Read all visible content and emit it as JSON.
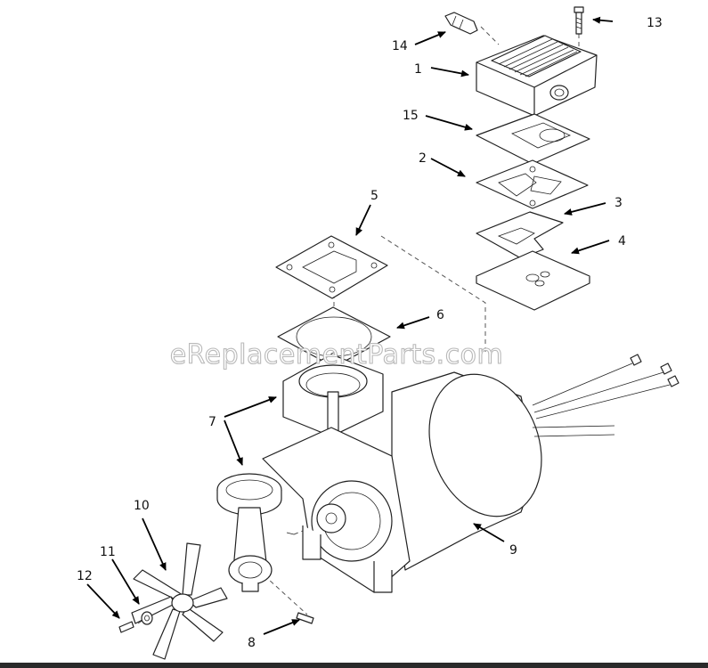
{
  "watermark": "eReplacementParts.com",
  "callouts": [
    {
      "id": "1",
      "label": "1"
    },
    {
      "id": "2",
      "label": "2"
    },
    {
      "id": "3",
      "label": "3"
    },
    {
      "id": "4",
      "label": "4"
    },
    {
      "id": "5",
      "label": "5"
    },
    {
      "id": "6",
      "label": "6"
    },
    {
      "id": "7",
      "label": "7"
    },
    {
      "id": "8",
      "label": "8"
    },
    {
      "id": "9",
      "label": "9"
    },
    {
      "id": "10",
      "label": "10"
    },
    {
      "id": "11",
      "label": "11"
    },
    {
      "id": "12",
      "label": "12"
    },
    {
      "id": "13",
      "label": "13"
    },
    {
      "id": "14",
      "label": "14"
    },
    {
      "id": "15",
      "label": "15"
    }
  ],
  "colors": {
    "line": "#222222",
    "watermark_stroke": "#b9b9b9",
    "background": "#ffffff"
  }
}
